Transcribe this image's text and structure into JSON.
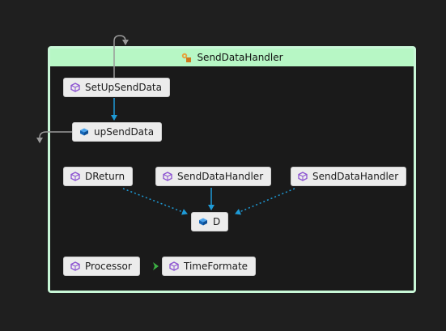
{
  "diagram": {
    "container": {
      "title": "SendDataHandler",
      "icon": "class-gear-icon",
      "header_color": "#b7f7c5",
      "border_color": "#c8f7d7"
    },
    "nodes": {
      "setupsenddata": {
        "label": "SetUpSendData",
        "icon": "method-cube-icon"
      },
      "upsenddata": {
        "label": "upSendData",
        "icon": "field-blue-icon"
      },
      "dreturn": {
        "label": "DReturn",
        "icon": "method-cube-icon"
      },
      "senddatahandler1": {
        "label": "SendDataHandler",
        "icon": "method-cube-icon"
      },
      "senddatahandler2": {
        "label": "SendDataHandler",
        "icon": "method-cube-icon"
      },
      "d": {
        "label": "D",
        "icon": "field-blue-icon"
      },
      "processor": {
        "label": "Processor",
        "icon": "method-cube-icon"
      },
      "timeformate": {
        "label": "TimeFormate",
        "icon": "method-cube-icon"
      }
    },
    "edge_colors": {
      "call": "#1e9bd7",
      "external": "#9a9a9a",
      "green": "#3cb043"
    }
  }
}
